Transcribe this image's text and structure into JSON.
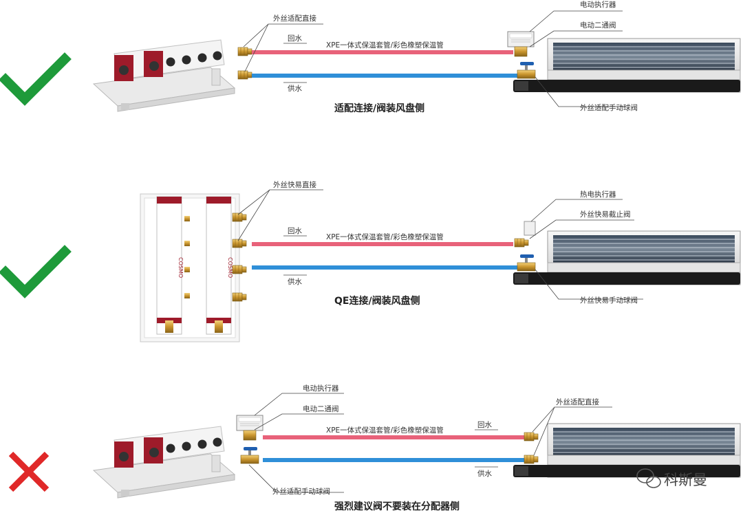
{
  "colors": {
    "return_pipe": "#e8627a",
    "supply_pipe": "#2f8fd8",
    "check": "#1e9a3a",
    "cross": "#e02828",
    "cosmo_red": "#9e1b2a"
  },
  "icons": {
    "ok": "check-mark-icon",
    "bad": "cross-mark-icon"
  },
  "rows": [
    {
      "status": "ok",
      "pipe_label": "XPE一体式保温套管/彩色橡塑保温管",
      "return_label": "回水",
      "supply_label": "供水",
      "caption": "适配连接/阀装风盘侧",
      "left_connector_label": "外丝适配直接",
      "actuator_label": "电动执行器",
      "valve_label": "电动二通阀",
      "ball_valve_label": "外丝适配手动球阀"
    },
    {
      "status": "ok",
      "pipe_label": "XPE一体式保温套管/彩色橡塑保温管",
      "return_label": "回水",
      "supply_label": "供水",
      "caption": "QE连接/阀装风盘侧",
      "left_connector_label": "外丝快易直接",
      "actuator_label": "热电执行器",
      "valve_label": "外丝快易截止阀",
      "ball_valve_label": "外丝快易手动球阀",
      "brand": "COSMO"
    },
    {
      "status": "bad",
      "pipe_label": "XPE一体式保温套管/彩色橡塑保温管",
      "return_label": "回水",
      "supply_label": "供水",
      "caption": "强烈建议阀不要装在分配器侧",
      "actuator_label": "电动执行器",
      "valve_label": "电动二通阀",
      "ball_valve_label": "外丝适配手动球阀",
      "right_connector_label": "外丝适配直接"
    }
  ],
  "watermark": "科斯曼"
}
